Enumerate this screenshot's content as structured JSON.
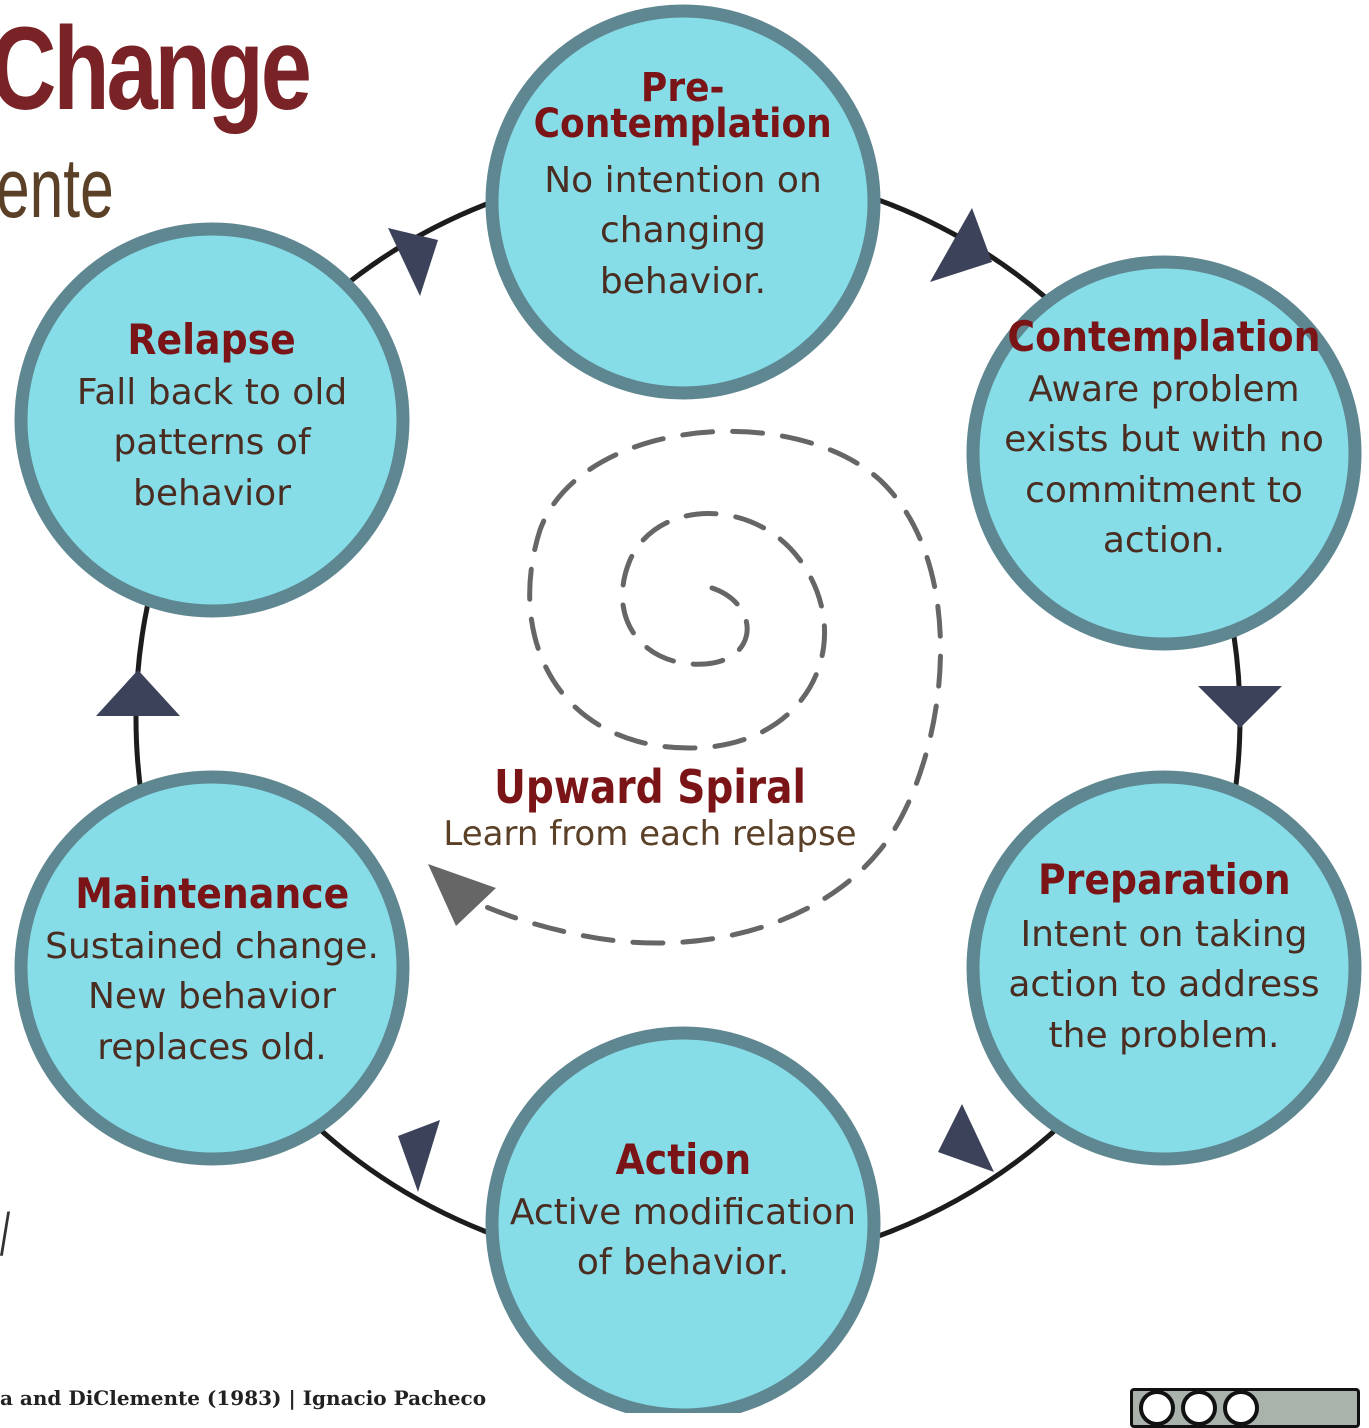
{
  "heading": {
    "title": "Change",
    "subtitle": "ente",
    "stray_glyph": "/"
  },
  "stages": [
    {
      "id": "precontemplation",
      "name": "Pre-\nContemplation",
      "description": "No intention on changing behavior."
    },
    {
      "id": "contemplation",
      "name": "Contemplation",
      "description": "Aware problem exists but with no commitment to action."
    },
    {
      "id": "preparation",
      "name": "Preparation",
      "description": "Intent on taking action to address the problem."
    },
    {
      "id": "action",
      "name": "Action",
      "description": "Active modification of behavior."
    },
    {
      "id": "maintenance",
      "name": "Maintenance",
      "description": "Sustained change. New behavior replaces old."
    },
    {
      "id": "relapse",
      "name": "Relapse",
      "description": "Fall back to old patterns of behavior"
    }
  ],
  "spiral": {
    "title": "Upward Spiral",
    "subtitle": "Learn from each relapse"
  },
  "footer": {
    "citation": "a and DiClemente (1983) | Ignacio Pacheco"
  },
  "colors": {
    "circle_fill": "#86dde8",
    "circle_stroke": "#5f8791",
    "ring": "#1c1c1c",
    "arrow": "#3b4259",
    "spiral": "#666666",
    "stage_name": "#7a1416",
    "title": "#7a2326"
  },
  "icons": [
    "cc-icon",
    "by-icon",
    "nc-icon"
  ]
}
